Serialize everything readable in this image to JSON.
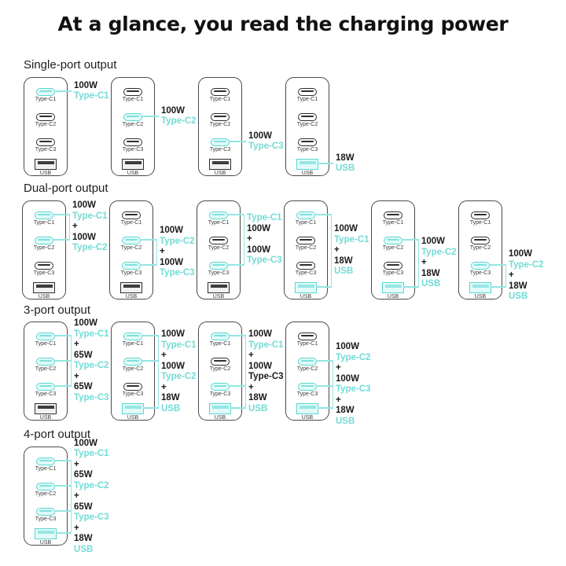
{
  "title": "At a glance, you read the charging power",
  "colors": {
    "accent_text": "#72DBD6",
    "connector_line": "#93E6E2",
    "port_highlight_fill": "#E2FAF9",
    "port_highlight_border": "#57D7D1",
    "ink": "#1A1A1A",
    "port_label": "#3A3A3A",
    "charger_border": "#4A4A4A"
  },
  "port_labels": [
    "Type-C1",
    "Type-C2",
    "Type-C3",
    "USB"
  ],
  "sections": [
    {
      "label": "Single-port output",
      "chargers": [
        {
          "highlight": [
            "c1"
          ],
          "annotation": [
            {
              "t": "100W",
              "c": "b"
            },
            {
              "t": "Type-C1",
              "c": "a"
            }
          ]
        },
        {
          "highlight": [
            "c2"
          ],
          "annotation": [
            {
              "t": "100W",
              "c": "b"
            },
            {
              "t": "Type-C2",
              "c": "a"
            }
          ]
        },
        {
          "highlight": [
            "c3"
          ],
          "annotation": [
            {
              "t": "100W",
              "c": "b"
            },
            {
              "t": "Type-C3",
              "c": "a"
            }
          ]
        },
        {
          "highlight": [
            "usb"
          ],
          "annotation": [
            {
              "t": "18W",
              "c": "b"
            },
            {
              "t": "USB",
              "c": "a"
            }
          ]
        }
      ]
    },
    {
      "label": "Dual-port output",
      "chargers": [
        {
          "highlight": [
            "c1",
            "c2"
          ],
          "annotation": [
            {
              "t": "100W",
              "c": "b"
            },
            {
              "t": "Type-C1",
              "c": "a"
            },
            {
              "t": "+",
              "c": "b"
            },
            {
              "t": "100W",
              "c": "b"
            },
            {
              "t": "Type-C2",
              "c": "a"
            }
          ]
        },
        {
          "highlight": [
            "c2",
            "c3"
          ],
          "annotation": [
            {
              "t": "100W",
              "c": "b"
            },
            {
              "t": "Type-C2",
              "c": "a"
            },
            {
              "t": "+",
              "c": "b"
            },
            {
              "t": "100W",
              "c": "b"
            },
            {
              "t": "Type-C3",
              "c": "a"
            }
          ]
        },
        {
          "highlight": [
            "c1",
            "c3"
          ],
          "annotation": [
            {
              "t": "Type-C1",
              "c": "a"
            },
            {
              "t": "100W",
              "c": "b"
            },
            {
              "t": "+",
              "c": "b"
            },
            {
              "t": "100W",
              "c": "b"
            },
            {
              "t": "Type-C3",
              "c": "a"
            }
          ]
        },
        {
          "highlight": [
            "c1",
            "usb"
          ],
          "annotation": [
            {
              "t": "100W",
              "c": "b"
            },
            {
              "t": "Type-C1",
              "c": "a"
            },
            {
              "t": "+",
              "c": "b"
            },
            {
              "t": "18W",
              "c": "b"
            },
            {
              "t": "USB",
              "c": "a"
            }
          ]
        },
        {
          "highlight": [
            "c2",
            "usb"
          ],
          "annotation": [
            {
              "t": "100W",
              "c": "b"
            },
            {
              "t": "Type-C2",
              "c": "a"
            },
            {
              "t": "+",
              "c": "b"
            },
            {
              "t": "18W",
              "c": "b"
            },
            {
              "t": "USB",
              "c": "a"
            }
          ]
        },
        {
          "highlight": [
            "c3",
            "usb"
          ],
          "annotation": [
            {
              "t": "100W",
              "c": "b"
            },
            {
              "t": "Type-C2",
              "c": "a"
            },
            {
              "t": "+",
              "c": "b"
            },
            {
              "t": "18W",
              "c": "b"
            },
            {
              "t": "USB",
              "c": "a"
            }
          ]
        }
      ]
    },
    {
      "label": "3-port output",
      "chargers": [
        {
          "highlight": [
            "c1",
            "c2",
            "c3"
          ],
          "annotation": [
            {
              "t": "100W",
              "c": "b"
            },
            {
              "t": "Type-C1",
              "c": "a"
            },
            {
              "t": "+",
              "c": "b"
            },
            {
              "t": "65W",
              "c": "b"
            },
            {
              "t": "Type-C2",
              "c": "a"
            },
            {
              "t": "+",
              "c": "b"
            },
            {
              "t": "65W",
              "c": "b"
            },
            {
              "t": "Type-C3",
              "c": "a"
            }
          ]
        },
        {
          "highlight": [
            "c1",
            "c2",
            "usb"
          ],
          "annotation": [
            {
              "t": "100W",
              "c": "b"
            },
            {
              "t": "Type-C1",
              "c": "a"
            },
            {
              "t": "+",
              "c": "b"
            },
            {
              "t": "100W",
              "c": "b"
            },
            {
              "t": "Type-C2",
              "c": "a"
            },
            {
              "t": "+",
              "c": "b"
            },
            {
              "t": "18W",
              "c": "b"
            },
            {
              "t": "USB",
              "c": "a"
            }
          ]
        },
        {
          "highlight": [
            "c1",
            "c3",
            "usb"
          ],
          "annotation": [
            {
              "t": "100W",
              "c": "b"
            },
            {
              "t": "Type-C1",
              "c": "a"
            },
            {
              "t": "+",
              "c": "b"
            },
            {
              "t": "100W",
              "c": "b"
            },
            {
              "t": "Type-C3",
              "c": "b"
            },
            {
              "t": "+",
              "c": "b"
            },
            {
              "t": "18W",
              "c": "b"
            },
            {
              "t": "USB",
              "c": "a"
            }
          ]
        },
        {
          "highlight": [
            "c2",
            "c3",
            "usb"
          ],
          "annotation": [
            {
              "t": "100W",
              "c": "b"
            },
            {
              "t": "Type-C2",
              "c": "a"
            },
            {
              "t": "+",
              "c": "b"
            },
            {
              "t": "100W",
              "c": "b"
            },
            {
              "t": "Type-C3",
              "c": "a"
            },
            {
              "t": "+",
              "c": "b"
            },
            {
              "t": "18W",
              "c": "b"
            },
            {
              "t": "USB",
              "c": "a"
            }
          ]
        }
      ]
    },
    {
      "label": "4-port output",
      "chargers": [
        {
          "highlight": [
            "c1",
            "c2",
            "c3",
            "usb"
          ],
          "annotation": [
            {
              "t": "100W",
              "c": "b"
            },
            {
              "t": "Type-C1",
              "c": "a"
            },
            {
              "t": "+",
              "c": "b"
            },
            {
              "t": "65W",
              "c": "b"
            },
            {
              "t": "Type-C2",
              "c": "a"
            },
            {
              "t": "+",
              "c": "b"
            },
            {
              "t": "65W",
              "c": "b"
            },
            {
              "t": "Type-C3",
              "c": "a"
            },
            {
              "t": "+",
              "c": "b"
            },
            {
              "t": "18W",
              "c": "b"
            },
            {
              "t": "USB",
              "c": "a"
            }
          ]
        }
      ]
    }
  ]
}
